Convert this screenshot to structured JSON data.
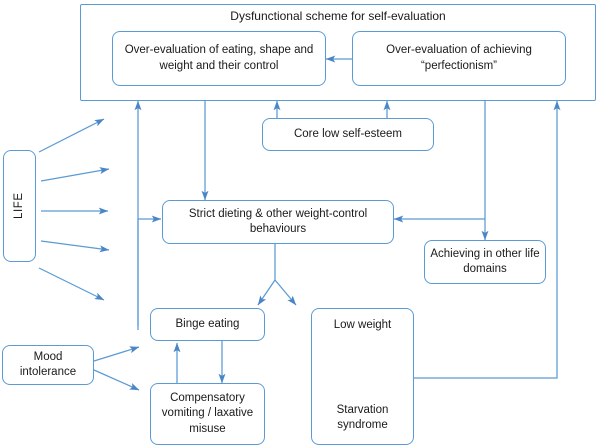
{
  "diagram": {
    "title_bar": {
      "label": "Dysfunctional scheme for self-evaluation"
    },
    "nodes": {
      "over_eval_eating": {
        "label": "Over-evaluation of eating, shape and weight and their control"
      },
      "over_eval_achieving": {
        "label": "Over-evaluation of achieving “perfectionism”"
      },
      "core_low_self_esteem": {
        "label": "Core low self-esteem"
      },
      "strict_dieting": {
        "label": "Strict dieting & other weight-control behaviours"
      },
      "achieving_other": {
        "label": "Achieving in other life domains"
      },
      "binge_eating": {
        "label": "Binge eating"
      },
      "compensatory": {
        "label": "Compensatory vomiting / laxative misuse"
      },
      "low_weight": {
        "label": "Low weight"
      },
      "starvation": {
        "label": "Starvation syndrome"
      },
      "mood_intolerance": {
        "label": "Mood intolerance"
      },
      "life": {
        "label": "LIFE"
      }
    },
    "colors": {
      "edge": "#5B9BD5",
      "border": "#5B9BD5",
      "text": "#1a1a1a",
      "background": "#ffffff"
    }
  }
}
